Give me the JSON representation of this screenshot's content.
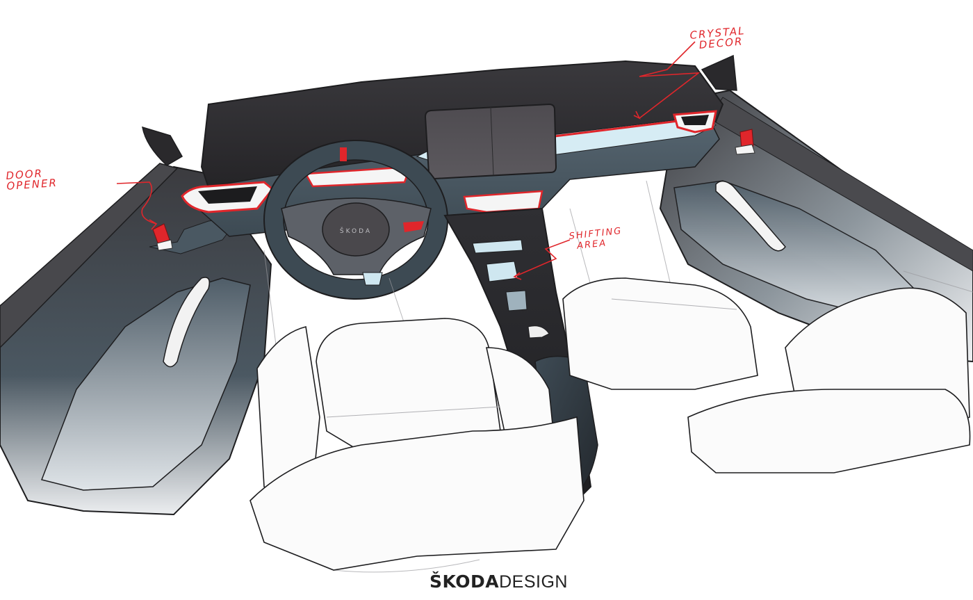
{
  "image": {
    "description": "Hand-drawn design sketch of a Skoda car interior viewed from the rear, showing dashboard, steering wheel, center screen, center console, front seats and door panels with red annotation notes",
    "palette": {
      "dash_dark": "#2b2a2d",
      "dash_mid": "#3d3c40",
      "trim_slate": "#4a5862",
      "crystal_light": "#d6ecf4",
      "accent_red": "#e0262b",
      "seat_white": "#fbfbfb",
      "line": "#1d1d1f"
    }
  },
  "annotations": {
    "door_opener": {
      "line1": "DOOR",
      "line2": "OPENER"
    },
    "crystal_decor": {
      "line1": "CRYSTAL",
      "line2": "DECOR"
    },
    "shifting_area": {
      "line1": "SHIFTING",
      "line2": "AREA"
    }
  },
  "steering_wheel": {
    "hub_logo": "ŠKODA"
  },
  "brand": {
    "bold": "ŠKODA",
    "light": "DESIGN"
  }
}
